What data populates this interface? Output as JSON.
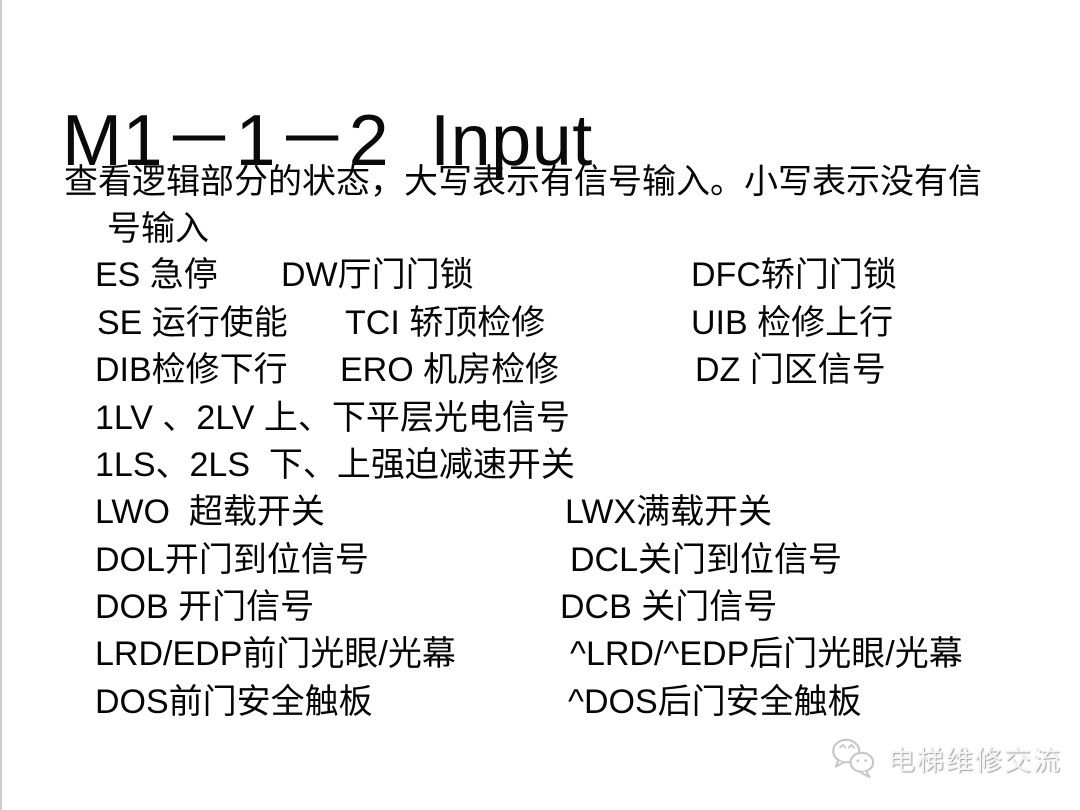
{
  "slide": {
    "title": "M1－1－2  Input",
    "intro": {
      "line1": "查看逻辑部分的状态，大写表示有信号输入。小写表示没有信",
      "line2": "号输入"
    },
    "signal_rows": [
      [
        "ES 急停",
        "DW厅门门锁",
        "DFC轿门门锁"
      ],
      [
        "SE 运行使能",
        "TCI 轿顶检修",
        "UIB 检修上行"
      ],
      [
        "DIB检修下行",
        "ERO 机房检修",
        "DZ 门区信号"
      ],
      [
        "1LV 、2LV 上、下平层光电信号"
      ],
      [
        "1LS、2LS  下、上强迫减速开关"
      ],
      [
        "LWO  超载开关",
        "LWX满载开关"
      ],
      [
        "DOL开门到位信号",
        "DCL关门到位信号"
      ],
      [
        "DOB 开门信号",
        "DCB 关门信号"
      ],
      [
        "LRD/EDP前门光眼/光幕",
        "^LRD/^EDP后门光眼/光幕"
      ],
      [
        "DOS前门安全触板",
        "^DOS后门安全触板"
      ]
    ],
    "watermark": {
      "label": "电梯维修交流",
      "icon": "wechat-chat-bubbles-icon",
      "icon_color": "#c6c6c6",
      "text_color": "#f4f4f4"
    },
    "text_color": "#050505",
    "background_color": "#ffffff"
  }
}
